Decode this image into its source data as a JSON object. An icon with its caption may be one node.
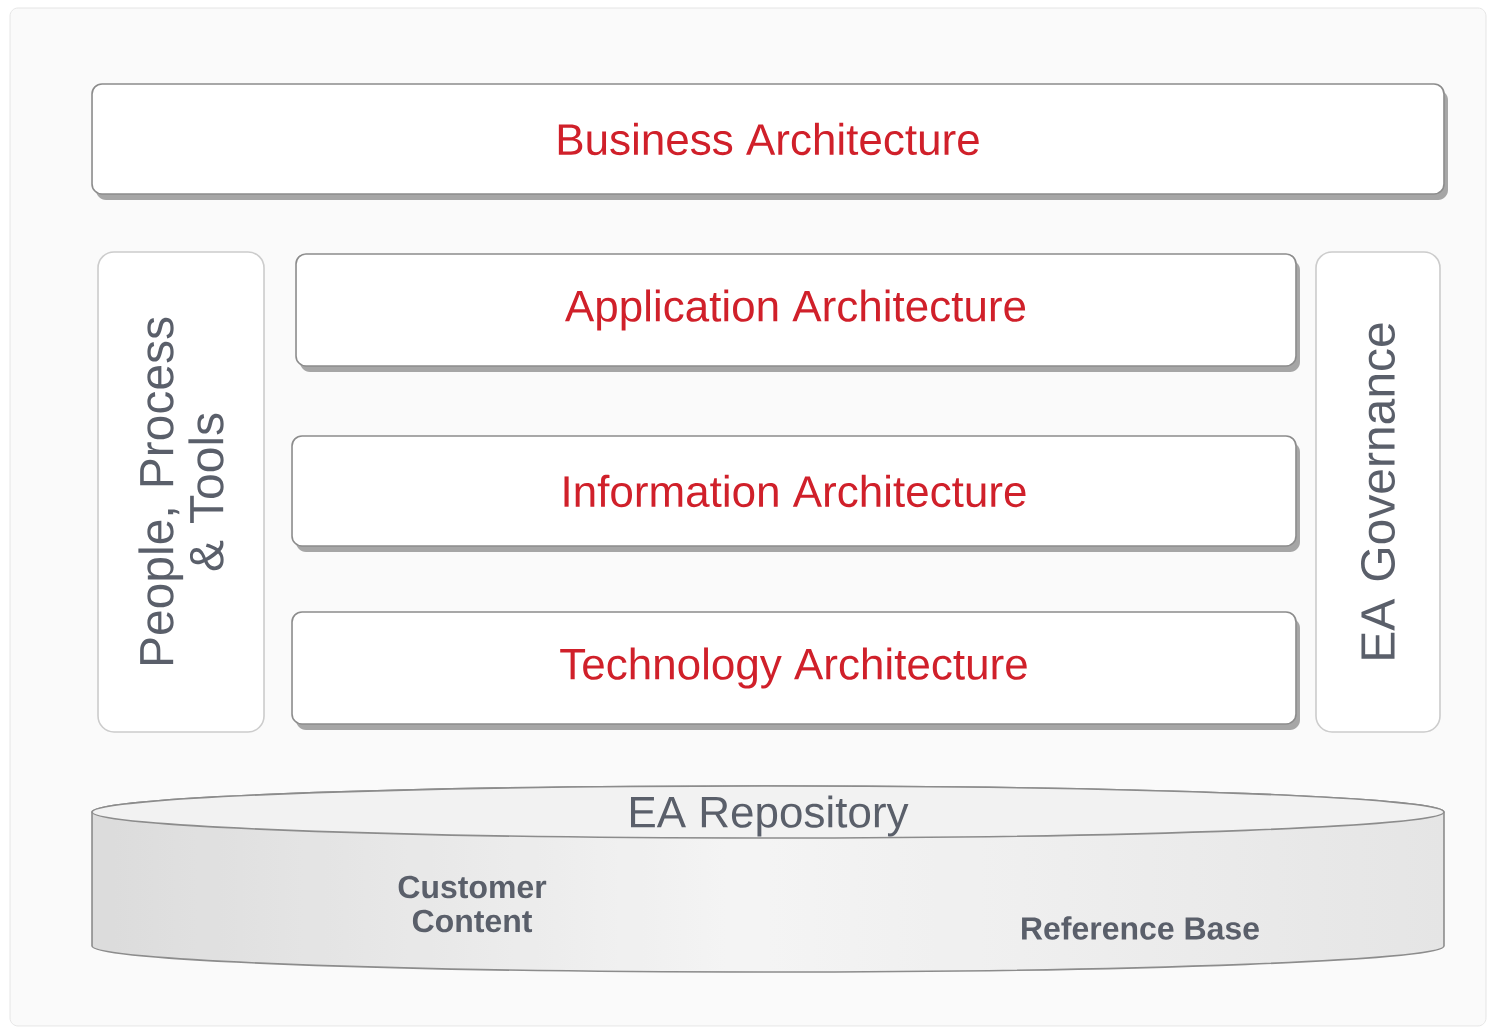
{
  "diagram": {
    "nodes": [
      {
        "text": [
          "Business Architecture"
        ]
      },
      {
        "text": [
          "People, Process & Tools"
        ]
      },
      {
        "text": [
          "Application Architecture"
        ]
      },
      {
        "text": [
          "Information Architecture"
        ]
      },
      {
        "text": [
          "Technology Architecture"
        ]
      },
      {
        "text": [
          "EA Governance"
        ]
      },
      {
        "text": [
          "EA Repository",
          "Customer Content",
          "Reference Base"
        ]
      }
    ]
  }
}
